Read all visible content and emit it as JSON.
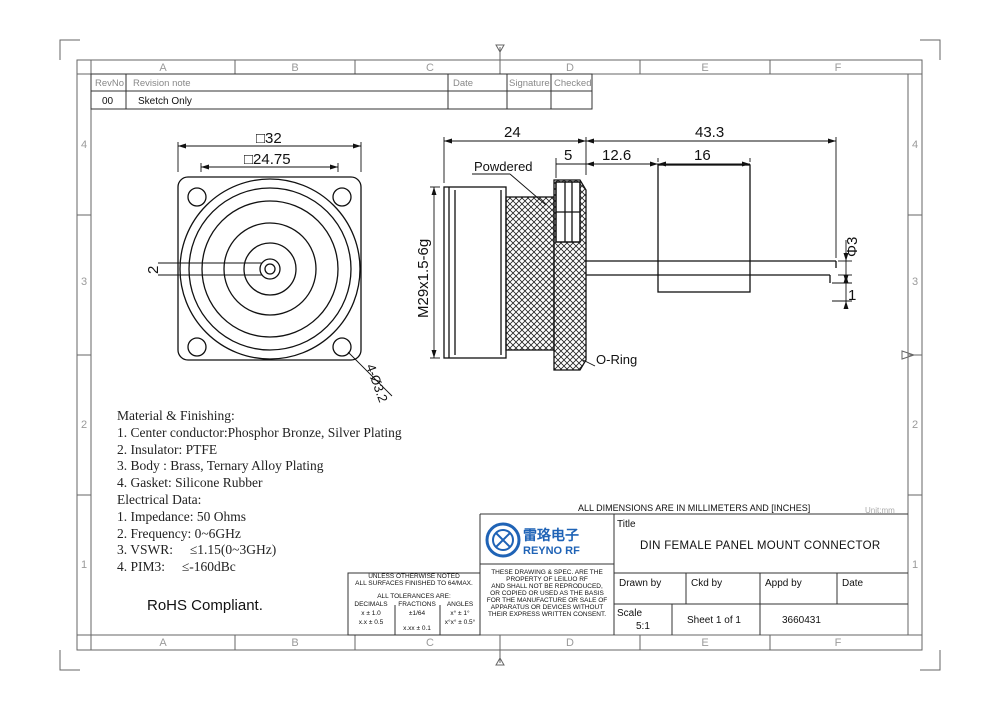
{
  "zone_labels": {
    "columns": [
      "A",
      "B",
      "C",
      "D",
      "E",
      "F"
    ],
    "rows": [
      "4",
      "3",
      "2",
      "1"
    ]
  },
  "revision_table": {
    "headers": [
      "RevNo",
      "Revision note",
      "Date",
      "Signature",
      "Checked"
    ],
    "rows": [
      [
        "00",
        "Sketch Only",
        "",
        "",
        ""
      ]
    ]
  },
  "front_view": {
    "dim_outer": "□32",
    "dim_inner": "□24.75",
    "dim_center": "2",
    "dim_holes": "4-Ø3.2"
  },
  "side_view": {
    "dim_total": "24",
    "dim_pin_total": "43.3",
    "dim_flange": "5",
    "dim_gap": "12.6",
    "dim_insulator": "16",
    "dim_pin_dia": "Φ3",
    "dim_pin_step": "1",
    "dim_thread": "M29x1.5-6g",
    "label_powdered": "Powdered",
    "label_oring": "O-Ring"
  },
  "notes": {
    "lines": [
      "Material & Finishing:",
      "1. Center conductor:Phosphor Bronze, Silver Plating",
      "2. Insulator: PTFE",
      "3. Body : Brass, Ternary Alloy Plating",
      "4. Gasket: Silicone Rubber",
      "Electrical Data:",
      "1. Impedance: 50 Ohms",
      "2. Frequency: 0~6GHz",
      "3. VSWR:     ≤1.15(0~3GHz)",
      "4. PIM3:     ≤-160dBc"
    ],
    "rohs": "RoHS Compliant."
  },
  "title_block": {
    "dimension_note": "ALL DIMENSIONS ARE IN MILLIMETERS AND [INCHES]",
    "unit": "Unit:mm",
    "title_label": "Title",
    "title": "DIN FEMALE PANEL MOUNT CONNECTOR",
    "company_cn": "雷珞电子",
    "company_en": "REYNO RF",
    "tolerance_lines": [
      "UNLESS OTHERWISE NOTED",
      "ALL SURFACES FINISHED TO 64/MAX.",
      "ALL TOLERANCES ARE:"
    ],
    "tolerance_headers": [
      "DECIMALS",
      "FRACTIONS",
      "ANGLES"
    ],
    "tolerance_values": [
      "x  ± 1.0",
      "±1/64",
      "x°  ± 1°",
      "x.x ± 0.5",
      "x.xx ± 0.1",
      "x°x° ± 0.5°"
    ],
    "property_lines": [
      "THESE DRAWING & SPEC. ARE THE",
      "PROPERTY OF LEILUO RF",
      "AND SHALL NOT BE REPRODUCED,",
      "OR COPIED OR USED AS THE BASIS",
      "FOR THE MANUFACTURE OR SALE OF",
      "APPARATUS OR DEVICES WITHOUT",
      "THEIR EXPRESS WRITTEN CONSENT."
    ],
    "drawn_by": "Drawn by",
    "ckd_by": "Ckd by",
    "appd_by": "Appd by",
    "date": "Date",
    "scale_label": "Scale",
    "scale": "5:1",
    "sheet": "Sheet 1 of 1",
    "part_no": "3660431"
  },
  "colors": {
    "line": "#111111",
    "frame": "#555555",
    "zone_text": "#9a9a9a",
    "logo_blue": "#1f63b6"
  }
}
